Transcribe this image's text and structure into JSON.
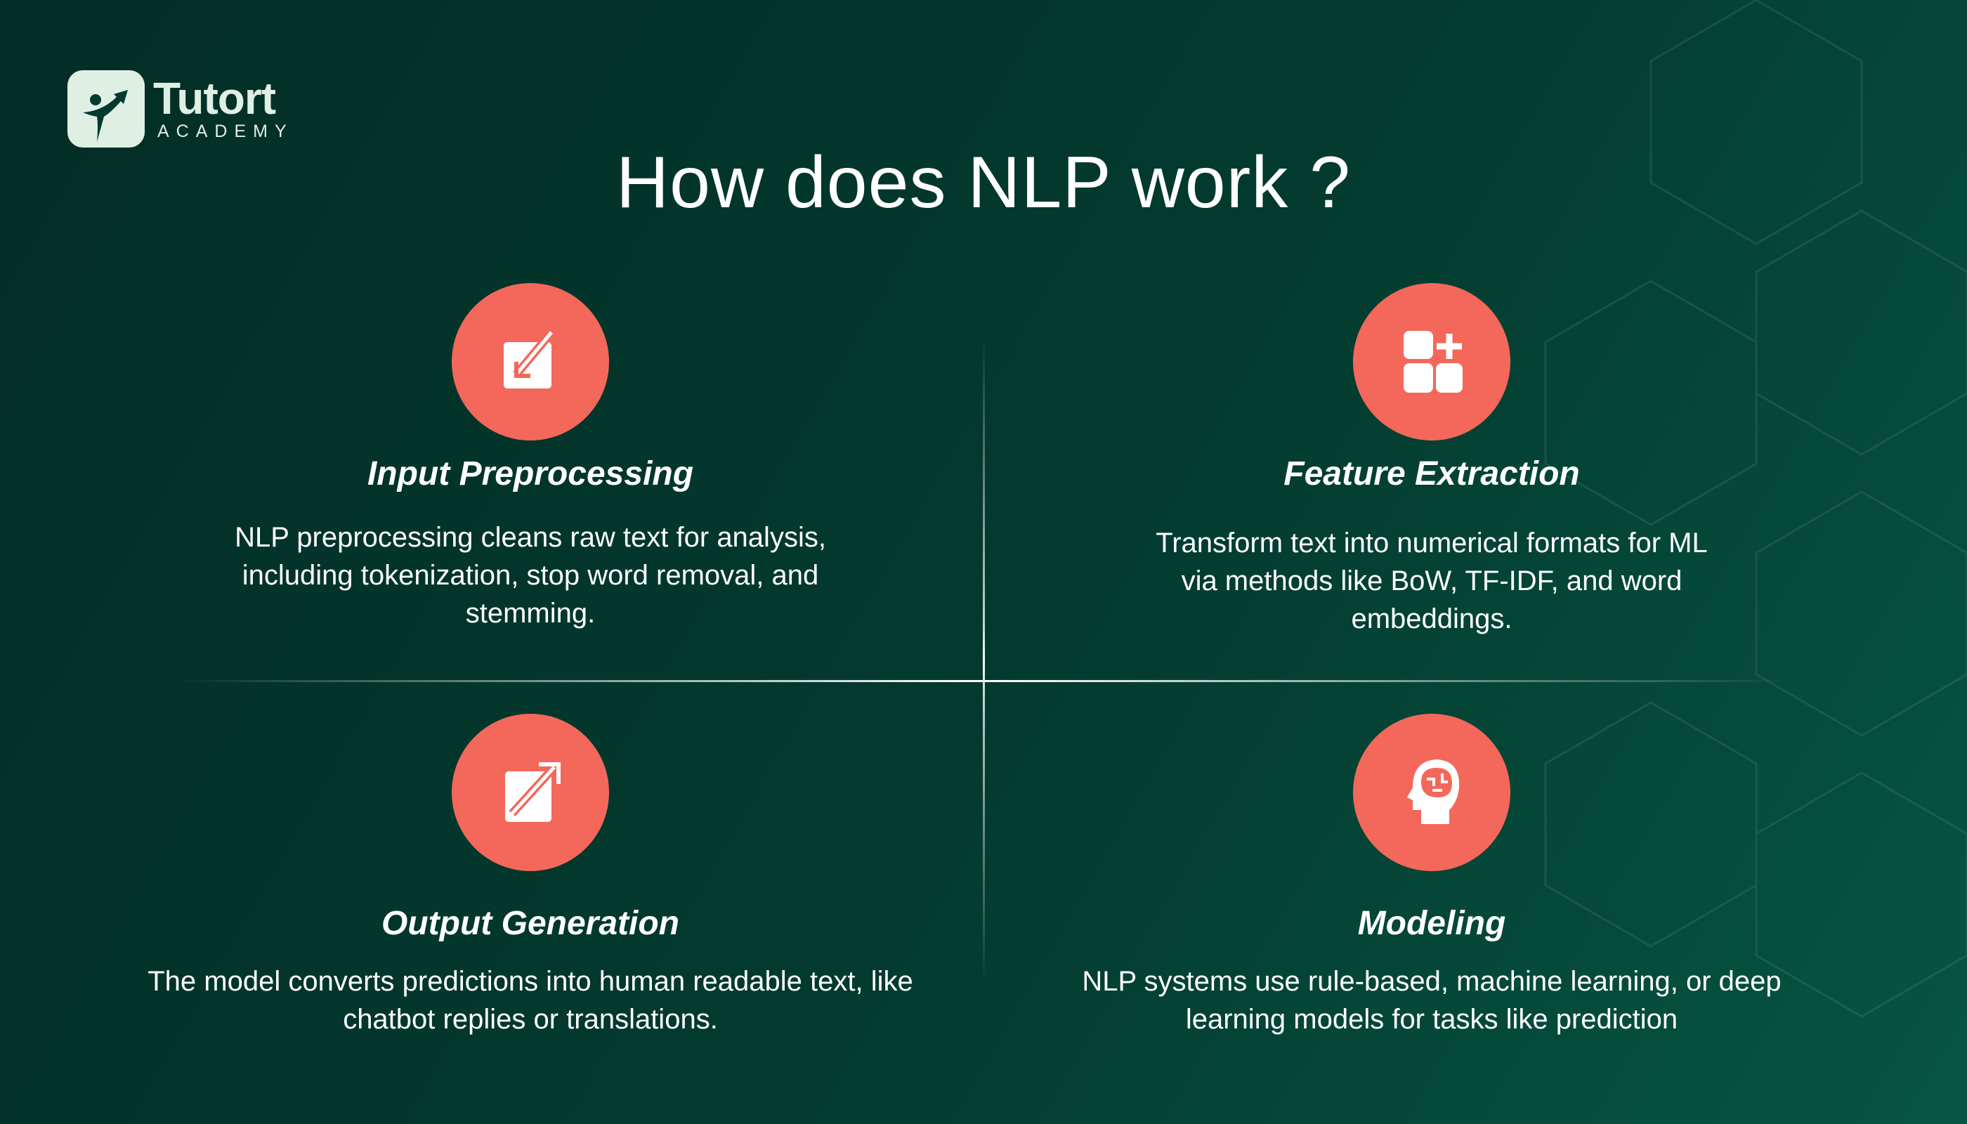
{
  "logo": {
    "name": "Tutort",
    "subtitle": "ACADEMY"
  },
  "title": "How does NLP work ?",
  "colors": {
    "accent": "#f3685a",
    "background": "#033b2f"
  },
  "cards": [
    {
      "icon": "edit-arrow-in-icon",
      "heading": "Input Preprocessing",
      "body": "NLP preprocessing cleans raw text for analysis, including tokenization, stop word removal, and stemming."
    },
    {
      "icon": "add-blocks-icon",
      "heading": "Feature Extraction",
      "body": "Transform text into numerical formats for ML via methods like BoW, TF-IDF, and word embeddings."
    },
    {
      "icon": "export-arrow-icon",
      "heading": "Output Generation",
      "body": "The model converts predictions into human readable text, like chatbot replies or translations."
    },
    {
      "icon": "brain-head-icon",
      "heading": "Modeling",
      "body": "NLP systems use rule-based, machine learning, or deep learning models for tasks like prediction"
    }
  ]
}
